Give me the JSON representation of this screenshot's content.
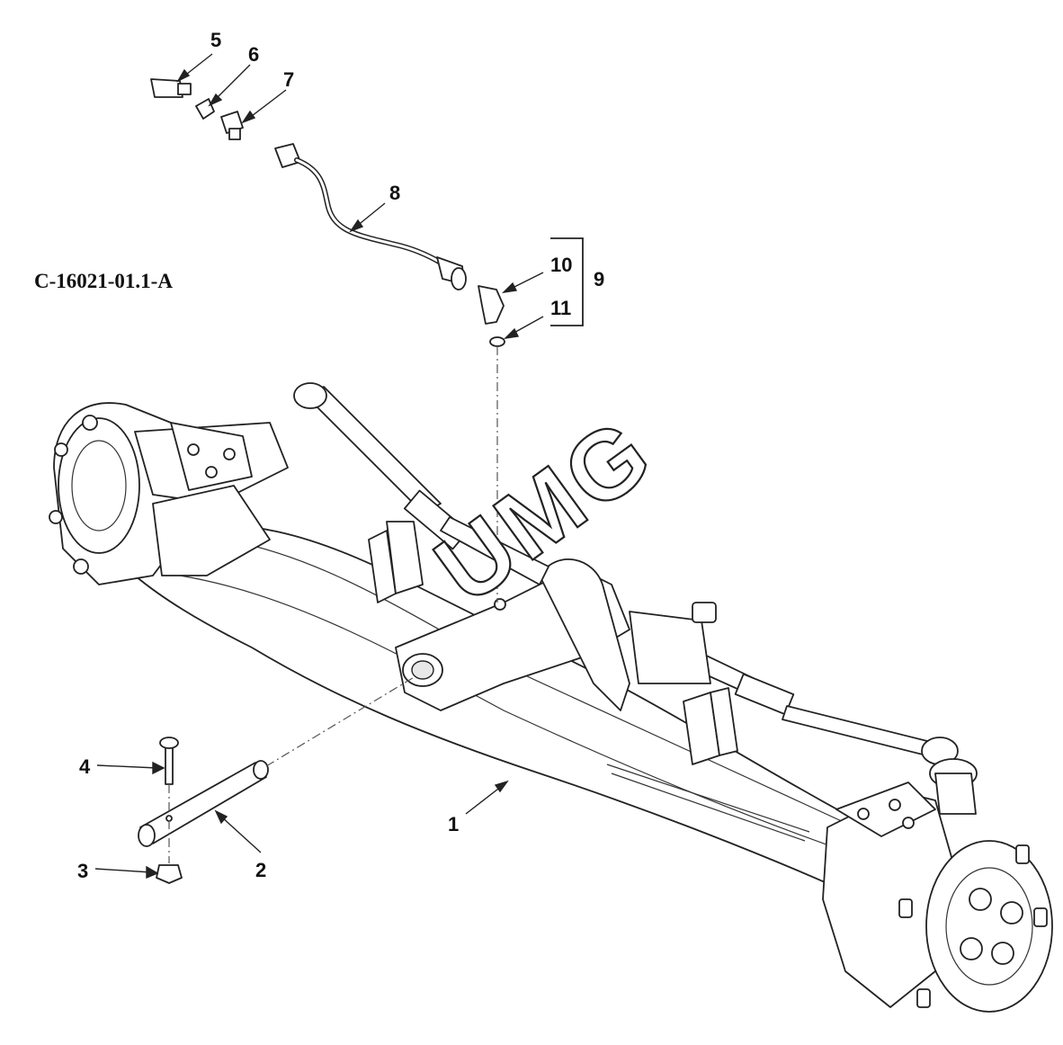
{
  "diagram": {
    "reference_code": "C-16021-01.1-A",
    "watermark": "UMG",
    "callouts": {
      "c1": "1",
      "c2": "2",
      "c3": "3",
      "c4": "4",
      "c5": "5",
      "c6": "6",
      "c7": "7",
      "c8": "8",
      "c9": "9",
      "c10": "10",
      "c11": "11"
    }
  }
}
